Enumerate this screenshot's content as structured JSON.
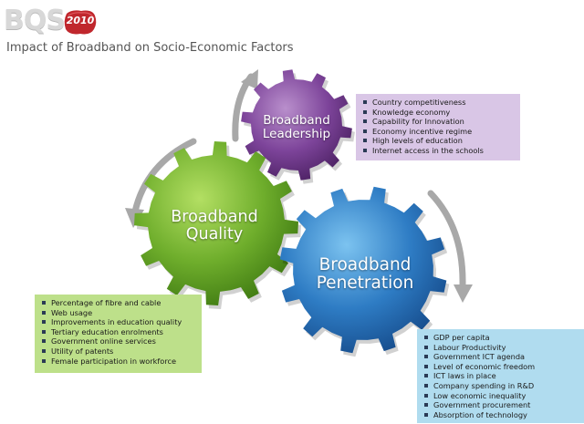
{
  "logo": {
    "text": "BQS",
    "seal_text": "2010"
  },
  "title": "Impact of Broadband on Socio-Economic Factors",
  "colors": {
    "leadership": "#7b3f98",
    "quality": "#6fae2c",
    "penetration": "#2e7cc4",
    "arrow": "#a8a8a8"
  },
  "gears": {
    "leadership": {
      "line1": "Broadband",
      "line2": "Leadership"
    },
    "quality": {
      "line1": "Broadband",
      "line2": "Quality"
    },
    "penetration": {
      "line1": "Broadband",
      "line2": "Penetration"
    }
  },
  "boxes": {
    "leadership": [
      "Country competitiveness",
      "Knowledge economy",
      "Capability for Innovation",
      "Economy incentive regime",
      "High levels of education",
      "Internet access in the schools"
    ],
    "quality": [
      "Percentage of fibre and cable",
      "Web usage",
      "Improvements in education quality",
      "Tertiary education enrolments",
      "Government online services",
      "Utility of patents",
      "Female participation in workforce"
    ],
    "penetration": [
      "GDP per capita",
      "Labour Productivity",
      "Government ICT agenda",
      "Level of economic freedom",
      "ICT laws in place",
      "Company spending in R&D",
      "Low economic inequality",
      "Government procurement",
      "Absorption of technology"
    ]
  }
}
